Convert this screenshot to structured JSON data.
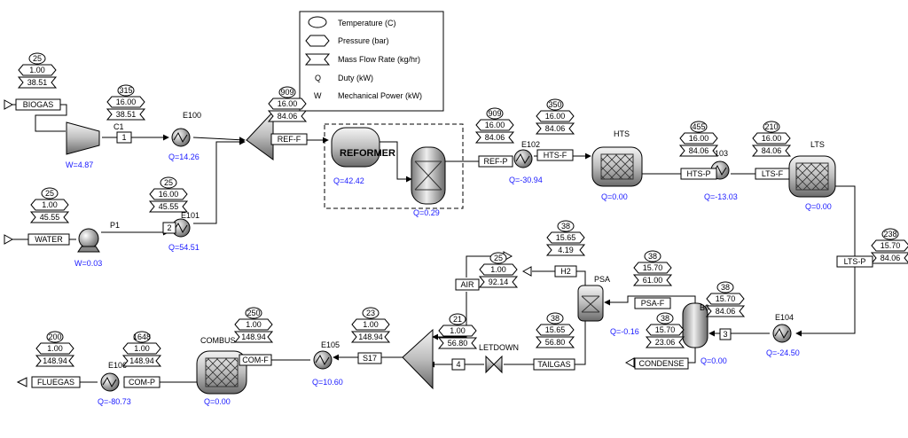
{
  "legend": {
    "temperature": "Temperature (C)",
    "pressure": "Pressure (bar)",
    "mass_flow": "Mass Flow Rate (kg/hr)",
    "duty_symbol": "Q",
    "duty": "Duty (kW)",
    "power_symbol": "W",
    "power": "Mechanical Power (kW)"
  },
  "streams": {
    "biogas": {
      "name": "BIOGAS",
      "t": "25",
      "p": "1.00",
      "m": "38.51"
    },
    "s1": {
      "name": "1",
      "t": "315",
      "p": "16.00",
      "m": "38.51"
    },
    "water": {
      "name": "WATER",
      "t": "25",
      "p": "1.00",
      "m": "45.55"
    },
    "s2": {
      "name": "2",
      "t": "25",
      "p": "16.00",
      "m": "45.55"
    },
    "reff": {
      "name": "REF-F",
      "t": "909",
      "p": "16.00",
      "m": "84.06"
    },
    "refp": {
      "name": "REF-P",
      "t": "909",
      "p": "16.00",
      "m": "84.06"
    },
    "htsf": {
      "name": "HTS-F",
      "t": "350",
      "p": "16.00",
      "m": "84.06"
    },
    "htsp": {
      "name": "HTS-P",
      "t": "455",
      "p": "16.00",
      "m": "84.06"
    },
    "ltsf": {
      "name": "LTS-F",
      "t": "210",
      "p": "16.00",
      "m": "84.06"
    },
    "ltsp": {
      "name": "LTS-P",
      "t": "238",
      "p": "15.70",
      "m": "84.06"
    },
    "s3": {
      "name": "3",
      "t": "38",
      "p": "15.70",
      "m": "84.06"
    },
    "condense": {
      "name": "CONDENSE",
      "t": "38",
      "p": "15.70",
      "m": "23.06"
    },
    "psaf": {
      "name": "PSA-F",
      "t": "38",
      "p": "15.70",
      "m": "61.00"
    },
    "h2": {
      "name": "H2",
      "t": "38",
      "p": "15.65",
      "m": "4.19"
    },
    "tailgas": {
      "name": "TAILGAS",
      "t": "38",
      "p": "15.65",
      "m": "56.80"
    },
    "s4": {
      "name": "4",
      "t": "21",
      "p": "1.00",
      "m": "56.80"
    },
    "air": {
      "name": "AIR",
      "t": "25",
      "p": "1.00",
      "m": "92.14"
    },
    "s17": {
      "name": "S17",
      "t": "23",
      "p": "1.00",
      "m": "148.94"
    },
    "comf": {
      "name": "COM-F",
      "t": "250",
      "p": "1.00",
      "m": "148.94"
    },
    "comp": {
      "name": "COM-P",
      "t": "1648",
      "p": "1.00",
      "m": "148.94"
    },
    "fluegas": {
      "name": "FLUEGAS",
      "t": "200",
      "p": "1.00",
      "m": "148.94"
    }
  },
  "blocks": {
    "c1": {
      "name": "C1",
      "value": "W=4.87"
    },
    "e100": {
      "name": "E100",
      "value": "Q=14.26"
    },
    "p1": {
      "name": "P1",
      "value": "W=0.03"
    },
    "e101": {
      "name": "E101",
      "value": "Q=54.51"
    },
    "reformer": {
      "name": "REFORMER",
      "value": "Q=42.42"
    },
    "reactor2": {
      "value": "Q=0.29"
    },
    "e102": {
      "name": "E102",
      "value": "Q=-30.94"
    },
    "hts": {
      "name": "HTS",
      "value": "Q=0.00"
    },
    "e103": {
      "name": "E103",
      "value": "Q=-13.03"
    },
    "lts": {
      "name": "LTS",
      "value": "Q=0.00"
    },
    "e104": {
      "name": "E104",
      "value": "Q=-24.50"
    },
    "b9": {
      "name": "B9",
      "value": "Q=0.00"
    },
    "psa": {
      "name": "PSA",
      "value": "Q=-0.16"
    },
    "letdown": {
      "name": "LETDOWN"
    },
    "e105": {
      "name": "E105",
      "value": "Q=10.60"
    },
    "combus": {
      "name": "COMBUS",
      "value": "Q=0.00"
    },
    "e106": {
      "name": "E106",
      "value": "Q=-80.73"
    }
  }
}
